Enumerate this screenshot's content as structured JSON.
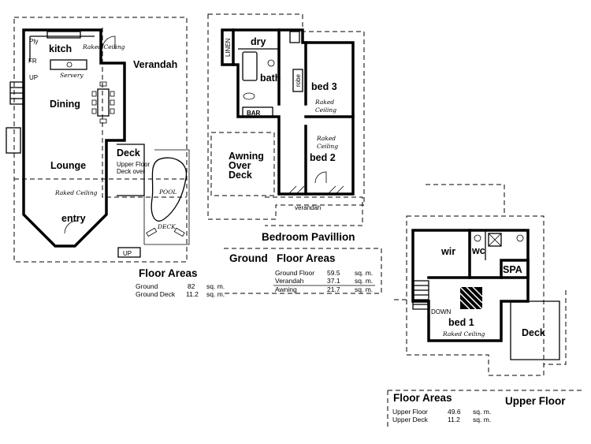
{
  "ground_floor": {
    "rooms": {
      "pty": "Pty",
      "kitch": "kitch",
      "raked_ceiling_kitch": "Raked Ceiling",
      "servery": "Servery",
      "fr": "FR",
      "up_left": "UP",
      "dining": "Dining",
      "verandah": "Verandah",
      "deck": "Deck",
      "deck_note_1": "Upper Floor",
      "deck_note_2": "Deck over",
      "lounge": "Lounge",
      "raked_ceiling_lounge": "Raked Ceiling",
      "entry": "entry",
      "pool": "POOL",
      "pool_deck": "DECK",
      "up_bottom": "UP"
    },
    "areas_title": "Floor Areas",
    "areas": [
      {
        "label": "Ground",
        "value": "82",
        "unit": "sq. m."
      },
      {
        "label": "Ground Deck",
        "value": "11.2",
        "unit": "sq. m."
      }
    ]
  },
  "bedroom_pavillion": {
    "rooms": {
      "linen": "LINEN",
      "dry": "dry",
      "bath": "bath",
      "robe": "robe",
      "bed3": "bed 3",
      "raked_ceiling_bed3_1": "Raked",
      "raked_ceiling_bed3_2": "Ceiling",
      "bar": "BAR",
      "raked_ceiling_bed2_1": "Raked",
      "raked_ceiling_bed2_2": "Ceiling",
      "bed2": "bed 2",
      "awning_1": "Awning",
      "awning_2": "Over",
      "awning_3": "Deck",
      "verandah": "verandah"
    },
    "title": "Bedroom Pavillion",
    "areas_title": "Ground   Floor Areas",
    "areas": [
      {
        "label": "Ground Floor",
        "value": "59.5",
        "unit": "sq. m."
      },
      {
        "label": "Verandah",
        "value": "37.1",
        "unit": "sq. m."
      },
      {
        "label": "Awning",
        "value": "21.7",
        "unit": "sq. m."
      }
    ]
  },
  "upper_floor": {
    "rooms": {
      "wir": "wir",
      "wc": "wc",
      "spa": "SPA",
      "down": "DOWN",
      "bed1": "bed 1",
      "raked_ceiling": "Raked Ceiling",
      "deck": "Deck"
    },
    "areas_title": "Floor Areas",
    "title": "Upper Floor",
    "areas": [
      {
        "label": "Upper Floor",
        "value": "49.6",
        "unit": "sq. m."
      },
      {
        "label": "Upper Deck",
        "value": "11.2",
        "unit": "sq. m."
      }
    ]
  }
}
